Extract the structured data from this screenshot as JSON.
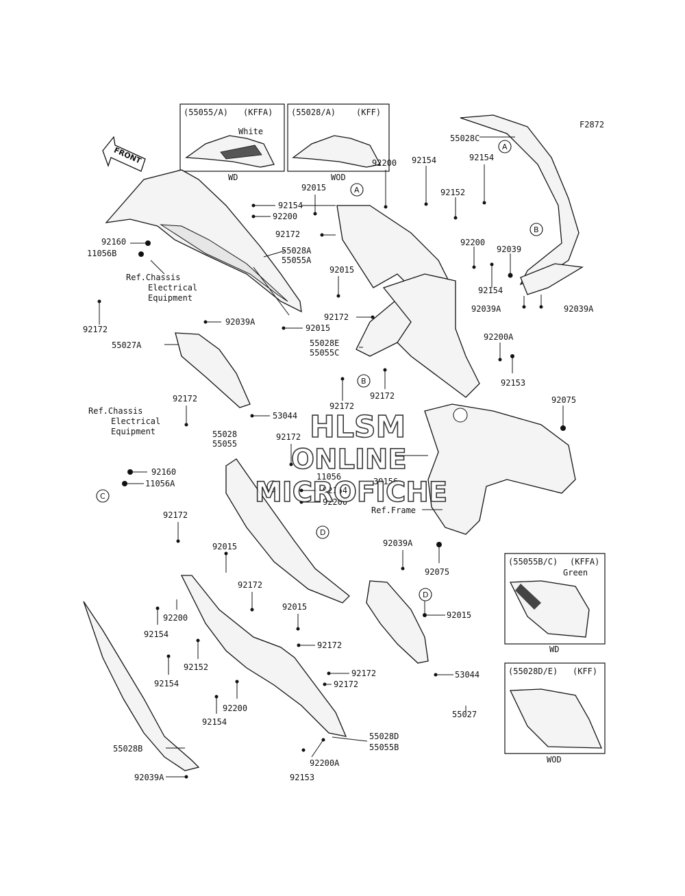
{
  "figure_code": "F2872",
  "front_label": "FRONT",
  "watermark": {
    "line1": "HLSM",
    "line2": "ONLINE",
    "line3": "MICROFICHE"
  },
  "variant_boxes": [
    {
      "id": "top-left",
      "code": "(55055/A)",
      "model": "(KFFA)",
      "color_note": "White",
      "caption": "WD"
    },
    {
      "id": "top-right",
      "code": "(55028/A)",
      "model": "(KFF)",
      "color_note": "",
      "caption": "WOD"
    },
    {
      "id": "right-upper",
      "code": "(55055B/C)",
      "model": "(KFFA)",
      "color_note": "Green",
      "caption": "WD"
    },
    {
      "id": "right-lower",
      "code": "(55028D/E)",
      "model": "(KFF)",
      "color_note": "",
      "caption": "WOD"
    }
  ],
  "refs": {
    "chassis1": [
      "Ref.Chassis",
      "Electrical",
      "Equipment"
    ],
    "chassis2": [
      "Ref.Chassis",
      "Electrical",
      "Equipment"
    ],
    "frame": "Ref.Frame"
  },
  "callouts": [
    "A",
    "A",
    "B",
    "B",
    "C",
    "C",
    "D",
    "D"
  ],
  "part_labels": {
    "p55028C": "55028C",
    "p92154_a": "92154",
    "p92154_b": "92154",
    "p92154_c": "92154",
    "p92154_d": "92154",
    "p92154_e": "92154",
    "p92154_f": "92154",
    "p92154_g": "92154",
    "p92154_h": "92154",
    "p92200_a": "92200",
    "p92200_b": "92200",
    "p92200_c": "92200",
    "p92200_d": "92200",
    "p92200_e": "92200",
    "p92200_f": "92200",
    "p92015_a": "92015",
    "p92015_b": "92015",
    "p92015_c": "92015",
    "p92015_d": "92015",
    "p92015_e": "92015",
    "p92015_f": "92015",
    "p92152_a": "92152",
    "p92152_b": "92152",
    "p92160_a": "92160",
    "p92160_b": "92160",
    "p11056B": "11056B",
    "p11056": "11056",
    "p11056A": "11056A",
    "p92172_a": "92172",
    "p92172_b": "92172",
    "p92172_c": "92172",
    "p92172_d": "92172",
    "p92172_e": "92172",
    "p92172_f": "92172",
    "p92172_g": "92172",
    "p92172_h": "92172",
    "p92172_i": "92172",
    "p92172_j": "92172",
    "p92172_k": "92172",
    "p92172_l": "92172",
    "p55028A": "55028A",
    "p55055A": "55055A",
    "p92039": "92039",
    "p92039A_a": "92039A",
    "p92039A_b": "92039A",
    "p92039A_c": "92039A",
    "p92039A_d": "92039A",
    "p92039A_e": "92039A",
    "p55027A": "55027A",
    "p55027": "55027",
    "p55028E": "55028E",
    "p55055C": "55055C",
    "p92200A_a": "92200A",
    "p92200A_b": "92200A",
    "p92153_a": "92153",
    "p92153_b": "92153",
    "p92075_a": "92075",
    "p92075_b": "92075",
    "p53044_a": "53044",
    "p53044_b": "53044",
    "p55028": "55028",
    "p55055": "55055",
    "p39156": "39156",
    "p55028B": "55028B",
    "p55028D": "55028D",
    "p55055B": "55055B"
  }
}
